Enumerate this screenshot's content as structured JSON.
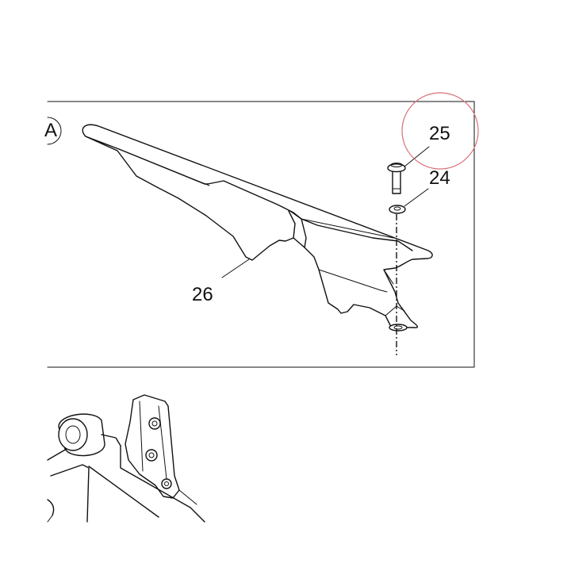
{
  "view_marker": "A",
  "parts": [
    {
      "number": "25",
      "name": "bolt"
    },
    {
      "number": "24",
      "name": "washer"
    },
    {
      "number": "26",
      "name": "chain guard"
    }
  ],
  "highlight_color": "#d9727a",
  "line_color": "#111111"
}
